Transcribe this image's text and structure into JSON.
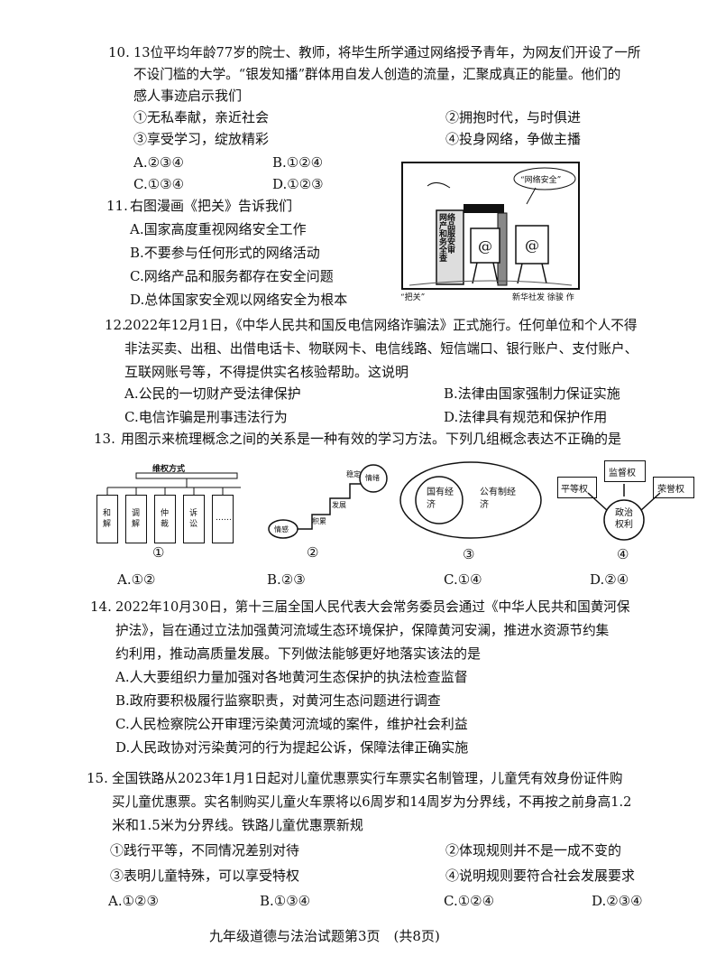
{
  "q10": {
    "num": "10.",
    "lines": [
      "13位平均年龄77岁的院士、教师，将毕生所学通过网络授予青年，为网友们开设了一所",
      "不设门槛的大学。“银发知播”群体用自发人创造的流量，汇聚成真正的能量。他们的",
      "感人事迹启示我们"
    ],
    "opt1": "①无私奉献，亲近社会",
    "opt2": "②拥抱时代，与时俱进",
    "opt3": "③享受学习，绽放精彩",
    "opt4": "④投身网络，争做主播",
    "A": "A.②③④",
    "B": "B.①②④",
    "C": "C.①③④",
    "D": "D.①②③"
  },
  "q11": {
    "num": "11.",
    "stem": "右图漫画《把关》告诉我们",
    "A": "A.国家高度重视网络安全工作",
    "B": "B.不要参与任何形式的网络活动",
    "C": "C.网络产品和服务都存在安全问题",
    "D": "D.总体国家安全观以网络安全为根本",
    "cartoon": {
      "gate_text": "网络产品和服务安全审查",
      "bubble": "“网络安全”",
      "caption_left": "“把关”",
      "caption_right": "新华社发 徐骏 作"
    }
  },
  "q12": {
    "num": "12.",
    "lines": [
      "2022年12月1日，《中华人民共和国反电信网络诈骗法》正式施行。任何单位和个人不得",
      "非法买卖、出租、出借电话卡、物联网卡、电信线路、短信端口、银行账户、支付账户、",
      "互联网账号等，不得提供实名核验帮助。这说明"
    ],
    "A": "A.公民的一切财产受法律保护",
    "B": "B.法律由国家强制力保证实施",
    "C": "C.电信诈骗是刑事违法行为",
    "D": "D.法律具有规范和保护作用"
  },
  "q13": {
    "num": "13.",
    "stem": "用图示来梳理概念之间的关系是一种有效的学习方法。下列几组概念表达不正确的是",
    "fig1": {
      "title": "维权方式",
      "items": [
        "和解",
        "调解",
        "仲裁",
        "诉讼",
        "……"
      ],
      "label": "①"
    },
    "fig2": {
      "steps": [
        "情感",
        "积累",
        "发展",
        "稳定",
        "情绪"
      ],
      "label": "②"
    },
    "fig3": {
      "inner": "国有经济",
      "outer": "公有制经济",
      "label": "③"
    },
    "fig4": {
      "left": "平等权",
      "top": "监督权",
      "right": "荣誉权",
      "center": "政治权利",
      "label": "④"
    },
    "A": "A.①②",
    "B": "B.②③",
    "C": "C.①④",
    "D": "D.②④"
  },
  "q14": {
    "num": "14.",
    "lines": [
      "2022年10月30日，第十三届全国人民代表大会常务委员会通过《中华人民共和国黄河保",
      "护法》，旨在通过立法加强黄河流域生态环境保护，保障黄河安澜，推进水资源节约集",
      "约利用，推动高质量发展。下列做法能够更好地落实该法的是"
    ],
    "A": "A.人大要组织力量加强对各地黄河生态保护的执法检查监督",
    "B": "B.政府要积极履行监察职责，对黄河生态问题进行调查",
    "C": "C.人民检察院公开审理污染黄河流域的案件，维护社会利益",
    "D": "D.人民政协对污染黄河的行为提起公诉，保障法律正确实施"
  },
  "q15": {
    "num": "15.",
    "lines": [
      "全国铁路从2023年1月1日起对儿童优惠票实行车票实名制管理，儿童凭有效身份证件购",
      "买儿童优惠票。实名制购买儿童火车票将以6周岁和14周岁为分界线，不再按之前身高1.2",
      "米和1.5米为分界线。铁路儿童优惠票新规"
    ],
    "opt1": "①践行平等，不同情况差别对待",
    "opt2": "②体现规则并不是一成不变的",
    "opt3": "③表明儿童特殊，可以享受特权",
    "opt4": "④说明规则要符合社会发展要求",
    "A": "A.①②③",
    "B": "B.①③④",
    "C": "C.①②④",
    "D": "D.②③④"
  },
  "footer": "九年级道德与法治试题第3页　(共8页)"
}
